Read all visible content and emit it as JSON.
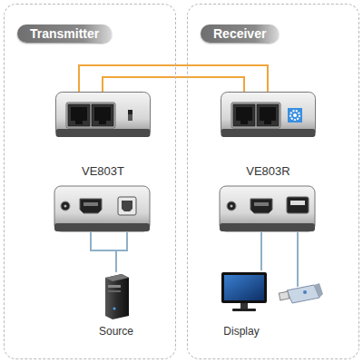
{
  "diagram": {
    "nodes": [
      {
        "text": [
          "Transmitter"
        ]
      },
      {
        "text": [
          "Receiver"
        ]
      },
      {
        "text": [
          "VE803T"
        ],
        "in": 0
      },
      {
        "text": [
          "VE803R"
        ],
        "in": 1
      }
    ],
    "edges": [
      {
        "from": 2,
        "to": 3,
        "arrow": "none"
      },
      {
        "from": 2,
        "to": 3,
        "arrow": "none"
      }
    ],
    "labels": [
      "Source",
      "Display"
    ]
  }
}
